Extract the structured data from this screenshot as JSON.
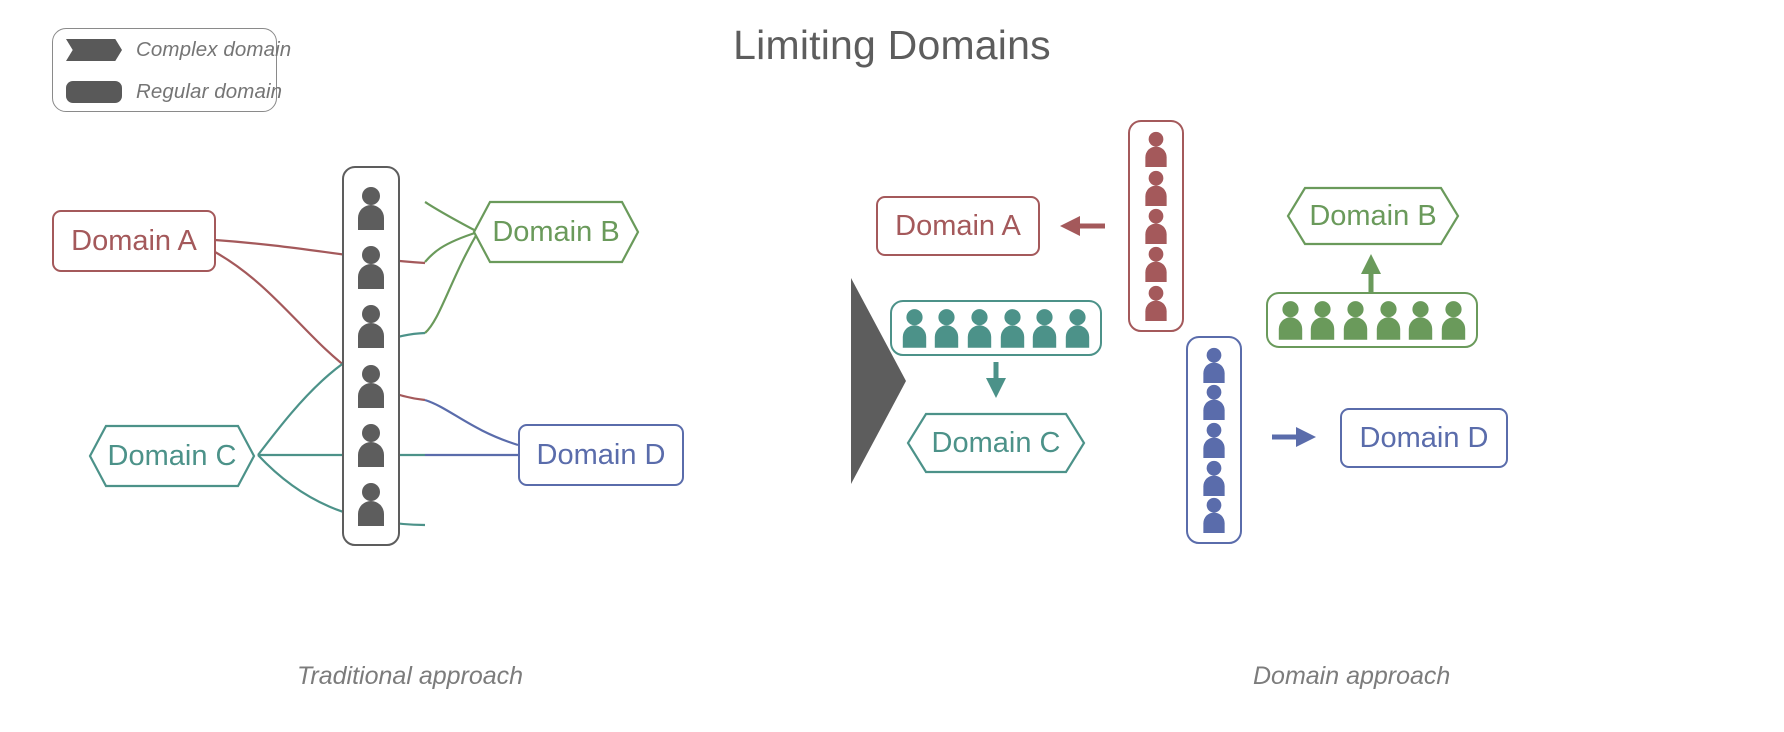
{
  "title": "Limiting Domains",
  "legend": {
    "items": [
      {
        "label": "Complex domain",
        "shape": "hexagon",
        "swatch_color": "#595959"
      },
      {
        "label": "Regular domain",
        "shape": "rounded-rect",
        "swatch_color": "#595959"
      }
    ]
  },
  "captions": {
    "left": "Traditional approach",
    "right": "Domain approach"
  },
  "colors": {
    "red": "#a4595b",
    "green": "#6a9a5b",
    "teal": "#4c9289",
    "blue": "#5a6cab",
    "gray": "#5d5d5d",
    "outline_gray": "#5d5d5d",
    "background": "#ffffff"
  },
  "left_panel": {
    "name": "Traditional approach",
    "shared_team": {
      "label": "shared-people-column",
      "people_count": 6,
      "color": "#5d5d5d",
      "border_color": "#5d5d5d"
    },
    "domains": [
      {
        "id": "A",
        "label": "Domain A",
        "shape": "rounded-rect",
        "color": "#a4595b",
        "connections": 2
      },
      {
        "id": "B",
        "label": "Domain B",
        "shape": "hexagon",
        "color": "#6a9a5b",
        "connections": 3
      },
      {
        "id": "C",
        "label": "Domain C",
        "shape": "hexagon",
        "color": "#4c9289",
        "connections": 3
      },
      {
        "id": "D",
        "label": "Domain D",
        "shape": "rounded-rect",
        "color": "#5a6cab",
        "connections": 2
      }
    ]
  },
  "divider": {
    "shape": "chevron-right",
    "color": "#5d5d5d"
  },
  "right_panel": {
    "name": "Domain approach",
    "groups": [
      {
        "domain": "Domain A",
        "shape": "rounded-rect",
        "color": "#a4595b",
        "people_count": 5,
        "orientation": "vertical",
        "arrow": "left"
      },
      {
        "domain": "Domain B",
        "shape": "hexagon",
        "color": "#6a9a5b",
        "people_count": 6,
        "orientation": "horizontal",
        "arrow": "up"
      },
      {
        "domain": "Domain C",
        "shape": "hexagon",
        "color": "#4c9289",
        "people_count": 6,
        "orientation": "horizontal",
        "arrow": "down"
      },
      {
        "domain": "Domain D",
        "shape": "rounded-rect",
        "color": "#5a6cab",
        "people_count": 5,
        "orientation": "vertical",
        "arrow": "right"
      }
    ]
  }
}
